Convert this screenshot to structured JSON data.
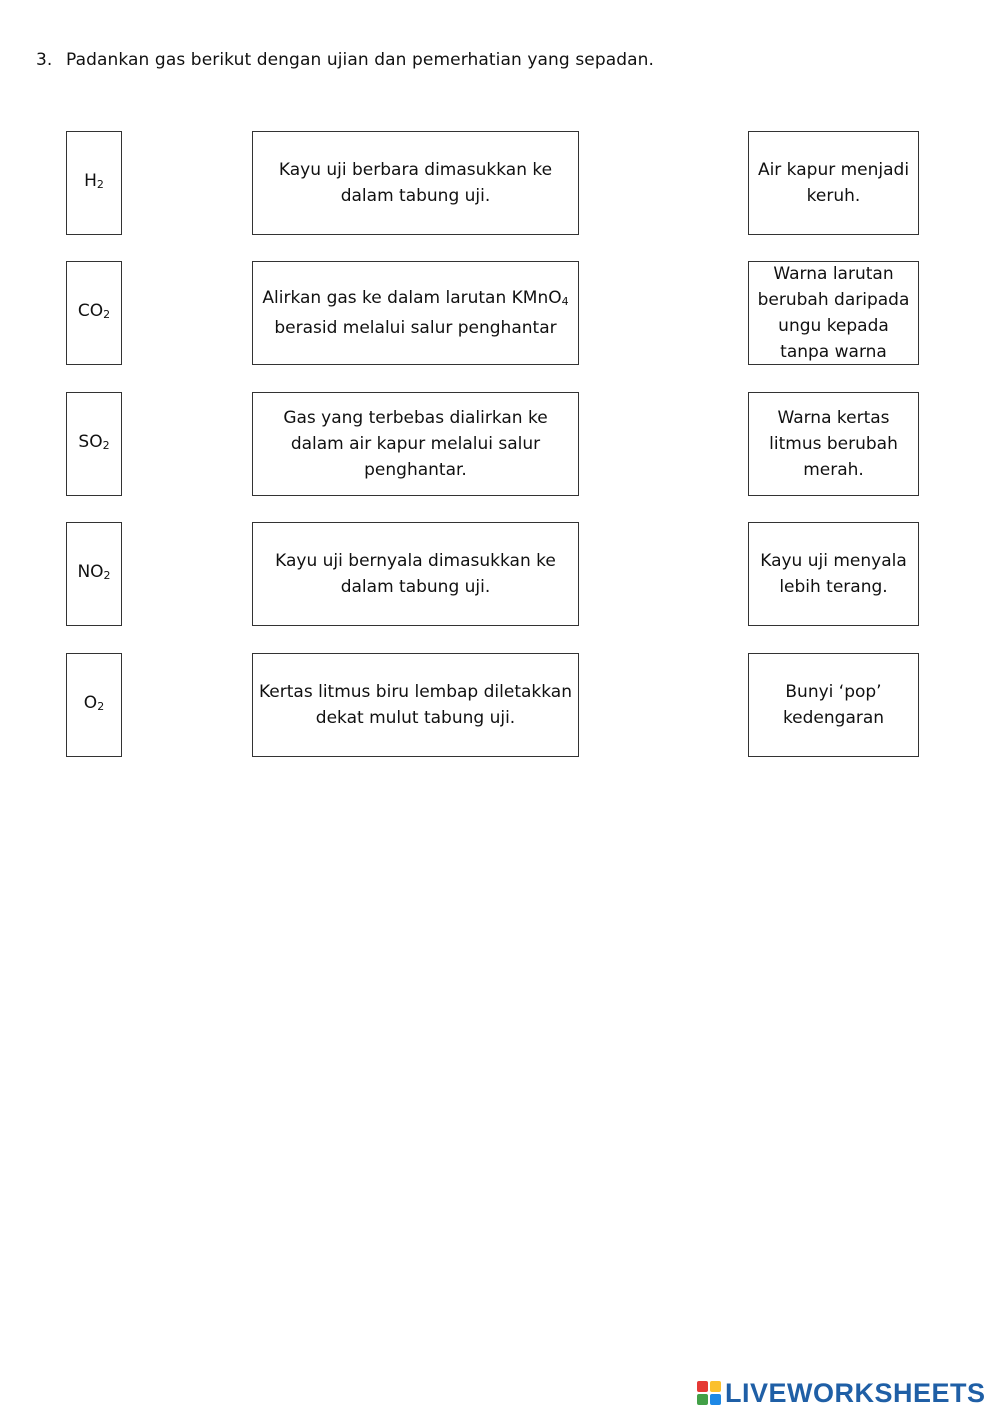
{
  "question": {
    "number": "3.",
    "text": "Padankan gas berikut dengan ujian dan pemerhatian yang sepadan."
  },
  "rows": [
    {
      "gas": {
        "base": "H",
        "sub": "2"
      },
      "test": "Kayu uji berbara dimasukkan ke dalam tabung uji.",
      "observation": "Air kapur menjadi keruh."
    },
    {
      "gas": {
        "base": "CO",
        "sub": "2"
      },
      "test": "Alirkan gas ke dalam larutan KMnO4 berasid melalui salur penghantar",
      "observation": "Warna larutan berubah daripada ungu kepada tanpa warna"
    },
    {
      "gas": {
        "base": "SO",
        "sub": "2"
      },
      "test": "Gas yang terbebas dialirkan ke dalam air kapur melalui salur penghantar.",
      "observation": "Warna kertas litmus berubah merah."
    },
    {
      "gas": {
        "base": "NO",
        "sub": "2"
      },
      "test": "Kayu uji bernyala dimasukkan ke dalam tabung uji.",
      "observation": "Kayu uji menyala lebih terang."
    },
    {
      "gas": {
        "base": "O",
        "sub": "2"
      },
      "test": "Kertas litmus biru lembap diletakkan dekat mulut tabung uji.",
      "observation": "Bunyi ‘pop’ kedengaran"
    }
  ],
  "test2_parts": {
    "before": "Alirkan gas ke dalam larutan KMnO",
    "sub": "4",
    "after": "berasid melalui salur penghantar"
  },
  "watermark": {
    "text": "LIVEWORKSHEETS",
    "logo_icon": "liveworksheets-logo-icon",
    "color": "#1f5fa6"
  }
}
